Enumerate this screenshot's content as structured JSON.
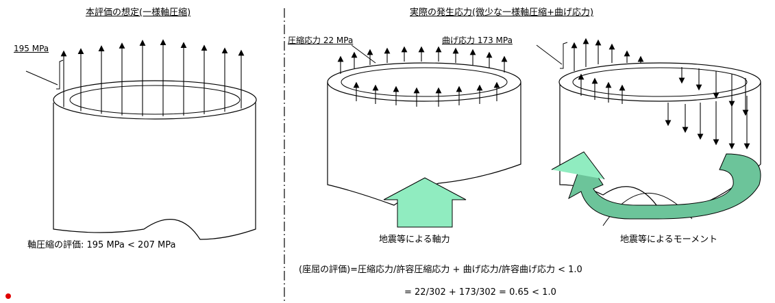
{
  "left_panel": {
    "title": "本評価の想定(一様軸圧縮)",
    "stress_label": "195 MPa",
    "evaluation": "軸圧縮の評価:  195 MPa  <  207 MPa"
  },
  "right_panel": {
    "title": "実際の発生応力(微少な一様軸圧縮+曲げ応力)",
    "compressive_label": "圧縮応力  22 MPa",
    "bending_label": "曲げ応力  173 MPa",
    "axial_force_caption": "地震等による軸力",
    "moment_caption": "地震等によるモーメント"
  },
  "formula": {
    "line1": "(座屈の評価)=圧縮応力/許容圧縮応力  +  曲げ応力/許容曲げ応力  <  1.0",
    "line2": "=  22/302  +  173/302  =  0.65  <  1.0"
  },
  "colors": {
    "arrow_fill": "#90ecc0",
    "moment_arrow_fill": "#6cc49a",
    "marker": "#e00000"
  }
}
